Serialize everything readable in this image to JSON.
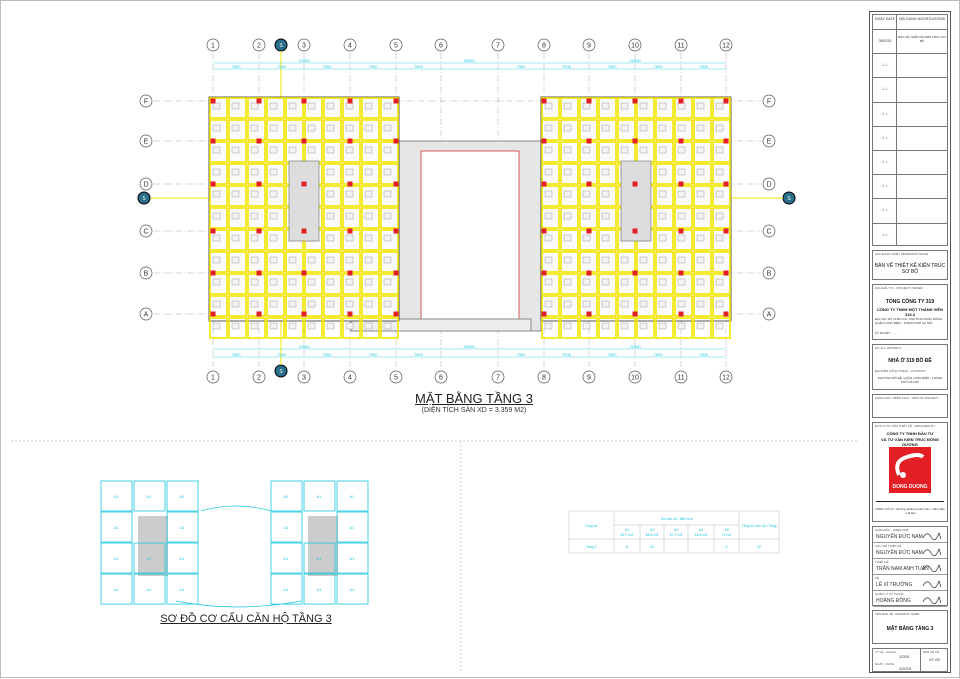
{
  "plan": {
    "columns": [
      "1",
      "2",
      "3",
      "4",
      "5",
      "6",
      "7",
      "8",
      "9",
      "10",
      "11",
      "12"
    ],
    "rows": [
      "F",
      "E",
      "D",
      "C",
      "B",
      "A"
    ],
    "section_marker": "S",
    "span_dimension": "7500",
    "total_dimension": "22500",
    "center_dimension": "20000",
    "title": "MẶT BẰNG TẦNG 3",
    "subtitle": "(DIỆN TÍCH SÀN XD = 3.359 M2)"
  },
  "unit_diagram": {
    "title": "SƠ ĐỒ CƠ CẤU CĂN HỘ TẦNG 3",
    "unit_label": "A1"
  },
  "unit_table": {
    "header_floor": "Tầng số",
    "header_group": "Số căn hộ / diện tích",
    "header_total": "Tổng số căn hộ / Tầng",
    "types": [
      "A1",
      "A2",
      "A3",
      "A4",
      "A5"
    ],
    "areas": [
      "62,7 m2",
      "68,5 m2",
      "67,7 m2",
      "63,5 m2",
      "71 m2"
    ],
    "rows": [
      {
        "floor": "Tầng 3",
        "values": [
          "8",
          "16",
          "",
          "",
          "8"
        ],
        "total": "32"
      }
    ]
  },
  "title_block": {
    "col_date": "NGÀY DATE",
    "col_mod": "NỘI DUNG MODIFICATIONS",
    "first_date": "08/2015",
    "first_mod": "BẢN VẼ THIẾT KẾ KIẾN TRÚC SƠ BỘ",
    "empty_date": "../../..",
    "design_phase_label": "GIAI ĐOẠN THIẾT KẾ/DESIGN PHASE",
    "design_phase": "BẢN VẼ THIẾT KẾ KIẾN TRÚC SƠ BỘ",
    "owner_label": "CHỦ ĐẦU TƯ - PROJECT OWNER",
    "owner_1": "TỔNG CÔNG TY 319",
    "owner_2": "CÔNG TY TNHH MỘT THÀNH VIÊN 319.3",
    "owner_addr": "ĐỊA CHỈ: SỐ 7A Bộ Lĩnh, PHƯỜNG PHÚC ĐỒNG, QUẬN LONG BIÊN - THÀNH PHỐ HÀ NỘI",
    "owner_approval": "KÝ DUYỆT: .......",
    "project_label": "DỰ ÁN - PROJECT",
    "project": "NHÀ Ở 319 BỒ ĐỀ",
    "location_label": "ĐỊA ĐIỂM CÔNG TRÌNH - LOCATION",
    "location": "PHƯỜNG BỒ ĐỀ, QUẬN LONG BIÊN - THÀNH PHỐ HÀ NỘI",
    "item_label": "HẠNG MỤC TRIỂN KHAI - ITEM OF PROJECT",
    "consultant_label": "ĐƠN VỊ TƯ VẤN THIẾT KẾ - DESIGNED BY",
    "consultant_1": "CÔNG TY TNHH ĐẦU TƯ",
    "consultant_2": "VÀ TƯ VẤN KIẾN TRÚC ĐÔNG DƯƠNG",
    "logo_text": "DONG DUONG",
    "consultant_addr": "VPĐD: SỐ 17 - Đường Hoàng Quốc Việt - Cầu Giấy - Hà Nội",
    "people": [
      {
        "role": "GIÁM ĐỐC - DIRECTOR",
        "name": "NGUYỄN ĐỨC NAM"
      },
      {
        "role": "CHỦ TRÌ THIẾT KẾ",
        "name": "NGUYỄN ĐỨC NAM"
      },
      {
        "role": "THIẾT KẾ",
        "name": "TRẦN NAM ANH TUẤN"
      },
      {
        "role": "VẼ",
        "name": "LÊ XỈ TRƯỜNG"
      },
      {
        "role": "QUẢN LÝ KỸ THUẬT",
        "name": "HOÀNG ĐÔNG"
      }
    ],
    "drawing_label": "TÊN BẢN VẼ - DRAWING NAME",
    "drawing_name": "MẶT BẰNG TẦNG 3",
    "scale_label": "TỶ LỆ - SCALE",
    "scale": "1/200",
    "sheet_label": "BẢN VẼ SỐ",
    "sheet_no": "KT-05",
    "date_label": "NGÀY - DATE",
    "date": "4/2015"
  },
  "colors": {
    "wall": "#f2e600",
    "grid": "#888888",
    "cyan": "#19c6e0",
    "red": "#e31e24"
  }
}
